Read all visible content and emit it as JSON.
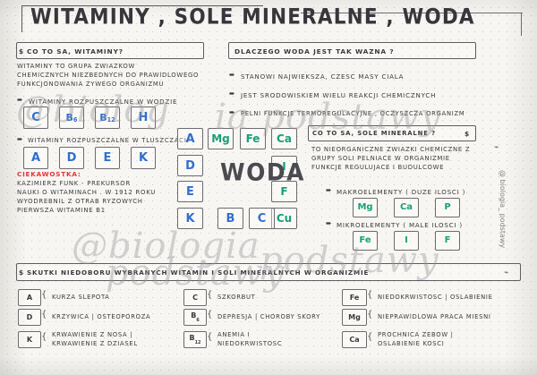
{
  "title": "WITAMINY , SOLE MINERALNE , WODA",
  "sections": {
    "vitamins": {
      "header": "CO TO SA, WITAMINY?",
      "header_marker": "$",
      "body": [
        "WITAMINY  TO  GRUPA  ZWIAZKOW",
        "CHEMICZNYCH  NIEZBEDNYCH  DO  PRAWIDLOWEGO",
        "FUNKCJONOWANIA  ZYWEGO  ORGANIZMU"
      ],
      "water_soluble_label": "WITAMINY  ROZPUSZCZALNE  W  WODZIE",
      "water_soluble": [
        "C",
        "B6",
        "B12",
        "H"
      ],
      "fat_soluble_label": "WITAMINY ROZPUSZCZALNE W TLUSZCZACH",
      "fat_soluble": [
        "A",
        "D",
        "E",
        "K"
      ]
    },
    "ciekawostka": {
      "title": "CIEKAWOSTKA:",
      "color": "#e2333b",
      "lines": [
        "KAZIMIERZ  FUNK  -  PREKURSOR",
        "NAUKI  O  WITAMINACH  . W  1912  ROKU",
        "WYODREBNIL  Z  OTRAB  RYZOWYCH",
        "PIERWSZA  WITAMINE   B1"
      ]
    },
    "water": {
      "header": "DLACZEGO  WODA  JEST   TAK  WAZNA ?",
      "bullets": [
        "STANOWI  NAJWIEKSZA,  CZESC  MASY  CIALA",
        "JEST  SRODOWISKIEM  WIELU  REAKCJI  CHEMICZNYCH",
        "PELNI  FUNKCJE  TERMOREGULACYJNE ,  OCZYSZCZA  ORGANIZM"
      ]
    },
    "minerals": {
      "header": "CO  TO  SA,  SOLE  MINERALNE ?",
      "header_marker": "$",
      "body": [
        "TO  NIEORGANICZNE  ZWIAZKI CHEMICZNE  Z",
        "GRUPY  SOLI  PELNIACE  W  ORGANIZMIE",
        "FUNKCJE  REGULUJACE  I BUDULCOWE"
      ],
      "macro_label": "MAKROELEMENTY  ( DUZE  ILOSCI )",
      "macro": [
        "Mg",
        "Ca",
        "P"
      ],
      "micro_label": "MIKROELEMENTY   ( MALE  ILOSCI )",
      "micro": [
        "Fe",
        "I",
        "F"
      ]
    },
    "center_cluster": {
      "word": "WODA",
      "top_row": [
        "Mg",
        "Fe",
        "Ca"
      ],
      "right_col": [
        "I",
        "F",
        "Cu"
      ],
      "bottom_row": [
        "B",
        "C"
      ],
      "left_col": [
        "A",
        "D",
        "E",
        "K"
      ]
    },
    "deficiency": {
      "header": "SKUTKI  NIEDOBORU  WYBRANYCH  WITAMIN  I  SOLI  MINERALNYCH  W  ORGANIZMIE",
      "header_marker": "$",
      "columns": [
        {
          "rows": [
            {
              "symbol": "A",
              "effects": [
                "KURZA  SLEPOTA"
              ]
            },
            {
              "symbol": "D",
              "effects": [
                "KRZYWICA | OSTEOPOROZA"
              ]
            },
            {
              "symbol": "K",
              "effects": [
                "KRWAWIENIE  Z  NOSA |",
                "KRWAWIENIE  Z  DZIASEL"
              ]
            }
          ]
        },
        {
          "rows": [
            {
              "symbol": "C",
              "effects": [
                "SZKORBUT"
              ]
            },
            {
              "symbol": "B6",
              "effects": [
                "DEPRESJA | CHOROBY  SKORY"
              ]
            },
            {
              "symbol": "B12",
              "effects": [
                "ANEMIA  I",
                "NIEDOKRWISTOSC"
              ]
            }
          ]
        },
        {
          "rows": [
            {
              "symbol": "Fe",
              "effects": [
                "NIEDOKRWISTOSC  | OSLABIENIE"
              ]
            },
            {
              "symbol": "Mg",
              "effects": [
                "NIEPRAWIDLOWA  PRACA  MIESNI"
              ]
            },
            {
              "symbol": "Ca",
              "effects": [
                "PROCHNICA  ZEBOW |",
                "OSLABIENIE  KOSCI"
              ]
            }
          ]
        }
      ]
    }
  },
  "watermark": {
    "a": "@biolog",
    "b": "ia podstawy",
    "c": "@biologia",
    "d": "podstawy",
    "e": "podstawy",
    "side": "@ biologia_ podstawy"
  },
  "colors": {
    "blue": "#2f6fd0",
    "green": "#18a07a",
    "red": "#e2333b",
    "ink": "#3a3a3e",
    "paper": "#f7f6f2"
  }
}
